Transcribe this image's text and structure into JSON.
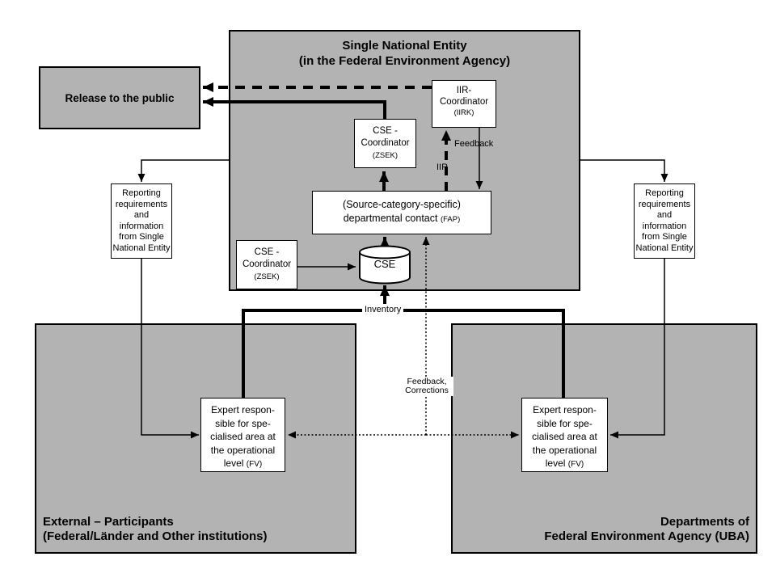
{
  "colors": {
    "container_gray": "#b3b3b3",
    "box_white": "#ffffff",
    "line_black": "#000000"
  },
  "sne": {
    "title_lines": [
      "Single National Entity",
      "(in the Federal Environment Agency)"
    ],
    "iir_box": {
      "lines": [
        "IIR-",
        "Coordinator"
      ],
      "paren": "(IIRK)"
    },
    "cse_coordinator_top": {
      "lines": [
        "CSE -",
        "Coordinator"
      ],
      "paren": "(ZSEK)"
    },
    "departmental_contact": {
      "line1": "(Source-category-specific)",
      "line2_main": "departmental contact",
      "line2_paren": "(FAP)"
    },
    "cse_coordinator_bottom": {
      "lines": [
        "CSE -",
        "Coordinator"
      ],
      "paren": "(ZSEK)"
    },
    "cse_database": {
      "label": "CSE"
    }
  },
  "release_box": {
    "label": "Release to the public"
  },
  "reporting_left": {
    "lines": [
      "Reporting",
      "requirements",
      "and",
      "information",
      "from Single",
      "National Entity"
    ]
  },
  "reporting_right": {
    "lines": [
      "Reporting",
      "requirements",
      "and",
      "information",
      "from Single",
      "National Entity"
    ]
  },
  "external_box": {
    "title_lines": [
      "External – Participants",
      "(Federal/Länder and Other institutions)"
    ],
    "expert": {
      "lines": [
        "Expert respon-",
        "sible for spe-",
        "cialised area at",
        "the operational"
      ],
      "last_main": "level",
      "last_paren": "(FV)"
    }
  },
  "uba_box": {
    "title_lines": [
      "Departments of",
      "Federal Environment Agency (UBA)"
    ],
    "expert": {
      "lines": [
        "Expert respon-",
        "sible for spe-",
        "cialised area at",
        "the operational"
      ],
      "last_main": "level",
      "last_paren": "(FV)"
    }
  },
  "flow_labels": {
    "feedback": "Feedback",
    "iir": "IIR",
    "inventory": "Inventory",
    "feedback_corrections_lines": [
      "Feedback,",
      "Corrections"
    ]
  }
}
